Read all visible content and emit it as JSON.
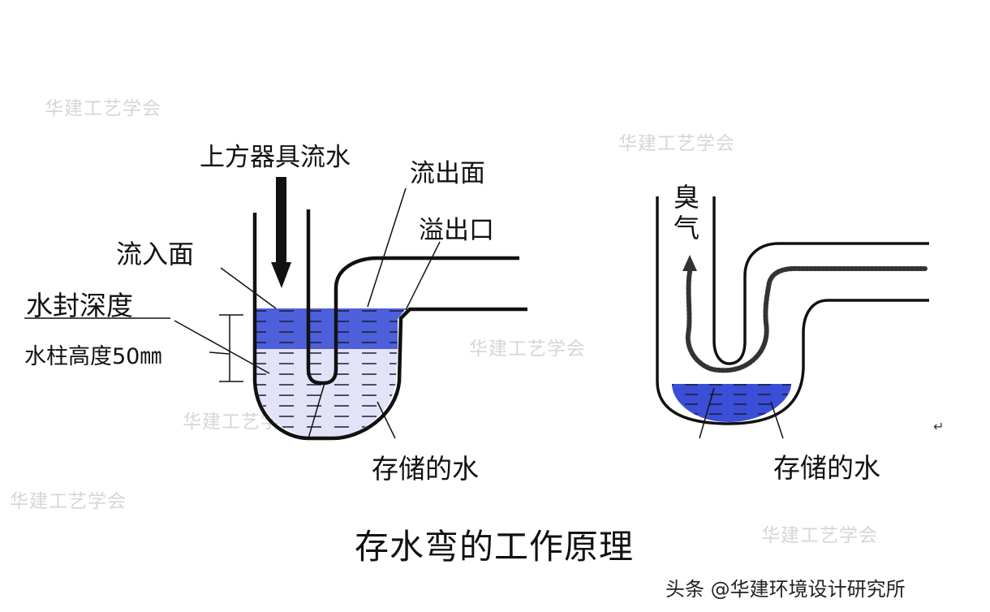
{
  "title": "存水弯的工作原理",
  "left_diagram": {
    "label_inflow_water": "上方器具流水",
    "label_outflow_surface": "流出面",
    "label_overflow_outlet": "溢出口",
    "label_inflow_surface": "流入面",
    "label_seal_depth": "水封深度",
    "label_column_height": "水柱高度50㎜",
    "label_stored_water": "存储的水"
  },
  "right_diagram": {
    "label_odor_1": "臭",
    "label_odor_2": "气",
    "label_stored_water": "存储的水"
  },
  "watermarks": [
    "华建工艺学会",
    "华建工艺学会",
    "华建工艺学会",
    "华建工艺学会",
    "华建工艺学会",
    "华建工艺学会"
  ],
  "attribution": "头条 @华建环境设计研究所",
  "return_symbol": "↵",
  "colors": {
    "water_dark": "#3a4fd6",
    "water_light": "#e3e3f8",
    "line": "#111111",
    "watermark": "#d6d6d6"
  },
  "icons": [
    "down-arrow-icon",
    "up-arrow-icon",
    "return-symbol-icon"
  ]
}
